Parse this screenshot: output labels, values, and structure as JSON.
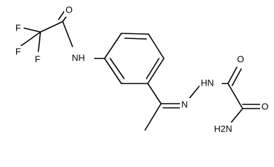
{
  "molecule": {
    "atom_labels": {
      "f1": "F",
      "f2": "F",
      "f3": "F",
      "o_amide_top": "O",
      "nh_amide": "NH",
      "n_imine": "N",
      "hn_hydrazide": "HN",
      "o_oxalyl_top": "O",
      "o_oxalyl_right": "O",
      "nh2": "H2N"
    }
  },
  "colors": {
    "bond": "#000000",
    "label": "#000000",
    "background": "#ffffff"
  }
}
